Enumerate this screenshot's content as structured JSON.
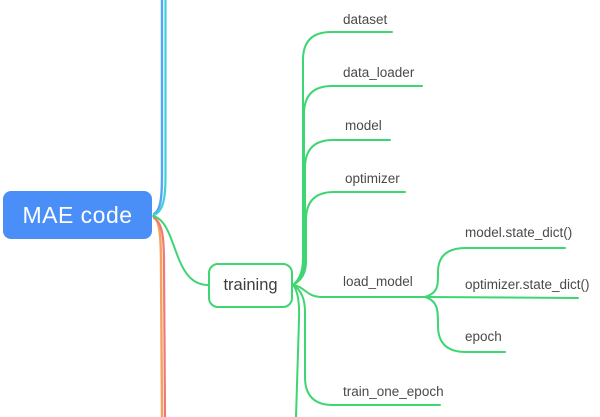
{
  "colors": {
    "canvas_bg": "#ffffff",
    "root_fill": "#4a8ef7",
    "root_text": "#ffffff",
    "branch_green": "#3ed672",
    "edge_blue": "#52a6f5",
    "edge_teal": "#41d0d8",
    "edge_orange": "#f5a25c",
    "edge_salmon": "#f07878",
    "label_text": "#4a4a4a"
  },
  "root": {
    "label": "MAE code"
  },
  "training": {
    "label": "training"
  },
  "branches": [
    {
      "label": "dataset"
    },
    {
      "label": "data_loader"
    },
    {
      "label": "model"
    },
    {
      "label": "optimizer"
    },
    {
      "label": "load_model"
    },
    {
      "label": "train_one_epoch"
    }
  ],
  "load_model_children": [
    {
      "label": "model.state_dict()"
    },
    {
      "label": "optimizer.state_dict()"
    },
    {
      "label": "epoch"
    }
  ]
}
